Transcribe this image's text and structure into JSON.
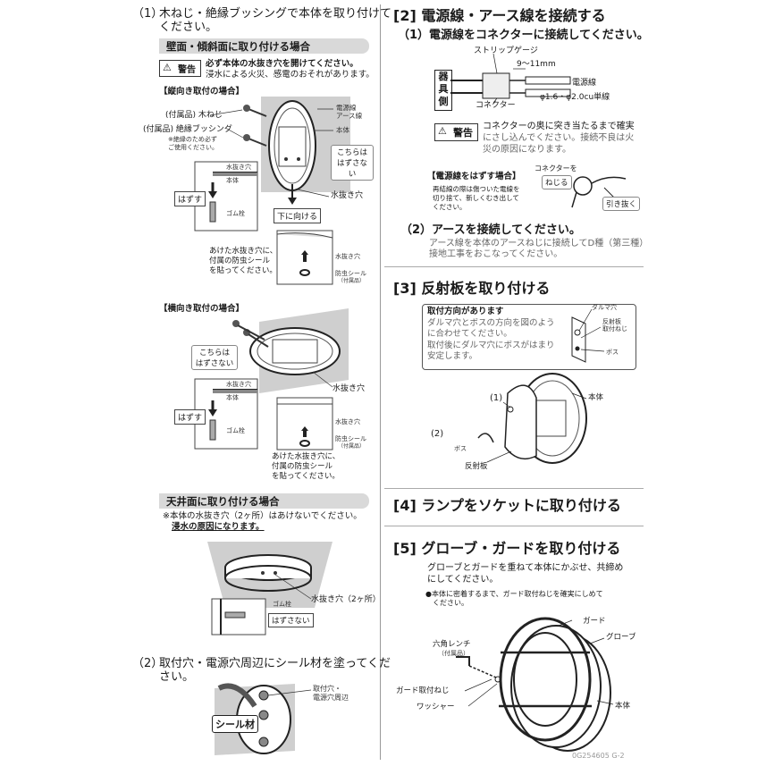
{
  "left": {
    "step1": {
      "num": "（1）",
      "line1": "木ねじ・絶縁ブッシングで本体を取り付けて",
      "line2": "ください。"
    },
    "wall_bar": "壁面・傾斜面に取り付ける場合",
    "warning": {
      "label": "警告",
      "line1": "必ず本体の水抜き穴を開けてください。",
      "line2": "浸水による火災、感電のおそれがあります。"
    },
    "vertical": {
      "title": "【縦向き取付の場合】",
      "screw": "(付属品) 木ねじ",
      "bushing": "(付属品) 絶縁ブッシング",
      "bushing_note1": "※絶縁のため必ず",
      "bushing_note2": "ご使用ください。",
      "power_line": "電源線",
      "earth_line": "アース線",
      "body": "本体",
      "callout1": "こちらは",
      "callout2": "はずさない",
      "drain_hole_label": "水抜き穴",
      "drain_hole": "水抜き穴",
      "face_down": "下に向ける",
      "detail_drain": "水抜き穴",
      "detail_body": "本体",
      "remove": "はずす",
      "rubber_plug": "ゴム栓",
      "note1": "あけた水抜き穴に、",
      "note2": "付属の防虫シール",
      "note3": "を貼ってください。",
      "insect_drain": "水抜き穴",
      "insect_seal": "防虫シール",
      "insect_note": "（付属品）"
    },
    "horizontal": {
      "title": "【横向き取付の場合】",
      "callout1": "こちらは",
      "callout2": "はずさない",
      "drain_hole": "水抜き穴",
      "detail_drain": "水抜き穴",
      "detail_body": "本体",
      "remove": "はずす",
      "rubber_plug": "ゴム栓",
      "insect_drain": "水抜き穴",
      "insect_seal": "防虫シール",
      "insect_note": "（付属品）",
      "note1": "あけた水抜き穴に、",
      "note2": "付属の防虫シール",
      "note3": "を貼ってください。"
    },
    "ceiling_bar": "天井面に取り付ける場合",
    "ceiling": {
      "note1": "※本体の水抜き穴（2ヶ所）はあけないでください。",
      "note2": "浸水の原因になります。",
      "drain_holes": "水抜き穴（2ヶ所）",
      "rubber_plug": "ゴム栓",
      "do_not_remove": "はずさない"
    },
    "step2": {
      "num": "（2）",
      "line1": "取付穴・電源穴周辺にシール材を塗ってくだ",
      "line2": "さい。",
      "holes1": "取付穴・",
      "holes2": "電源穴周辺",
      "sealant": "シール材"
    }
  },
  "right": {
    "sec2": {
      "title": "[2] 電源線・アース線を接続する",
      "step1": "（1）電源線をコネクターに接続してください。",
      "strip_gauge": "ストリップゲージ",
      "strip_len": "9～11mm",
      "fixture_side": [
        "器",
        "具",
        "側"
      ],
      "power_line": "電源線",
      "wire_spec": "φ1.6・φ2.0cu単線",
      "connector": "コネクター",
      "warn_label": "警告",
      "warn1": "コネクターの奥に突き当たるまで確実",
      "warn2": "にさし込んでください。接続不良は火",
      "warn3": "災の原因になります。",
      "remove_title": "【電源線をはずす場合】",
      "remove_note1": "再結線の際は傷ついた電線を",
      "remove_note2": "切り捨て、新しくむき出して",
      "remove_note3": "ください。",
      "connector_lbl": "コネクターを",
      "twist": "ねじる",
      "pull_out": "引き抜く",
      "step2": "（2）アースを接続してください。",
      "earth1": "アース線を本体のアースねじに接続してD種（第三種）",
      "earth2": "接地工事をおこなってください。"
    },
    "sec3": {
      "title": "[3] 反射板を取り付ける",
      "dir_title": "取付方向があります",
      "dir1": "ダルマ穴とボスの方向を図のよう",
      "dir2": "に合わせてください。",
      "dir3": "取付後にダルマ穴にボスがはまり",
      "dir4": "安定します。",
      "daruma": "ダルマ穴",
      "reflector_screw1": "反射板",
      "reflector_screw2": "取付ねじ",
      "boss": "ボス",
      "body": "本体",
      "n1": "(1)",
      "n2": "(2)",
      "boss2": "ボス",
      "reflector": "反射板"
    },
    "sec4": {
      "title": "[4] ランプをソケットに取り付ける"
    },
    "sec5": {
      "title": "[5] グローブ・ガードを取り付ける",
      "line1": "グローブとガードを重ねて本体にかぶせ、共締め",
      "line2": "にしてください。",
      "note1": "●本体に密着するまで、ガード取付ねじを確実にしめて",
      "note2": "ください。",
      "guard": "ガード",
      "globe": "グローブ",
      "hex1": "六角レンチ",
      "hex2": "（付属品）",
      "guard_screw": "ガード取付ねじ",
      "washer": "ワッシャー",
      "body": "本体"
    },
    "footer": "0G254605 G-2"
  }
}
